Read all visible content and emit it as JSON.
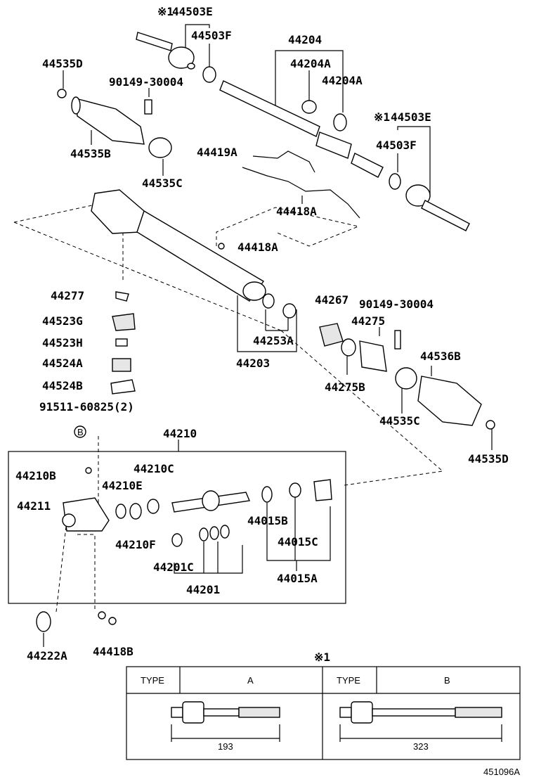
{
  "parts": {
    "p44503E_top": "44503E",
    "p44503F_top": "44503F",
    "note_mark_top": "※1",
    "p44204": "44204",
    "p44204A_1": "44204A",
    "p44204A_2": "44204A",
    "p44535D_top": "44535D",
    "p90149_top": "90149-30004",
    "p44535B": "44535B",
    "p44535C_top": "44535C",
    "p44419A": "44419A",
    "note_mark_right": "※1",
    "p44503E_right": "44503E",
    "p44503F_right": "44503F",
    "p44418A_1": "44418A",
    "p44418A_2": "44418A",
    "p44277": "44277",
    "p44523G": "44523G",
    "p44523H": "44523H",
    "p44524A": "44524A",
    "p44524B": "44524B",
    "p91511": "91511-60825(2)",
    "p44267": "44267",
    "p90149_right": "90149-30004",
    "p44275": "44275",
    "p44253A": "44253A",
    "p44203": "44203",
    "p44275B": "44275B",
    "p44536B": "44536B",
    "p44535C_right": "44535C",
    "p44535D_right": "44535D",
    "ref_B": "B",
    "p44210": "44210",
    "p44210B": "44210B",
    "p44210C": "44210C",
    "p44210E": "44210E",
    "p44211": "44211",
    "p44210F": "44210F",
    "p44201C": "44201C",
    "p44201": "44201",
    "p44015B": "44015B",
    "p44015C": "44015C",
    "p44015A": "44015A",
    "p44222A": "44222A",
    "p44418B": "44418B"
  },
  "type_table": {
    "note_mark": "※1",
    "type_header_a": "TYPE",
    "type_a": "A",
    "type_header_b": "TYPE",
    "type_b": "B",
    "dim_a": "193",
    "dim_b": "323"
  },
  "figure_id": "451096A"
}
